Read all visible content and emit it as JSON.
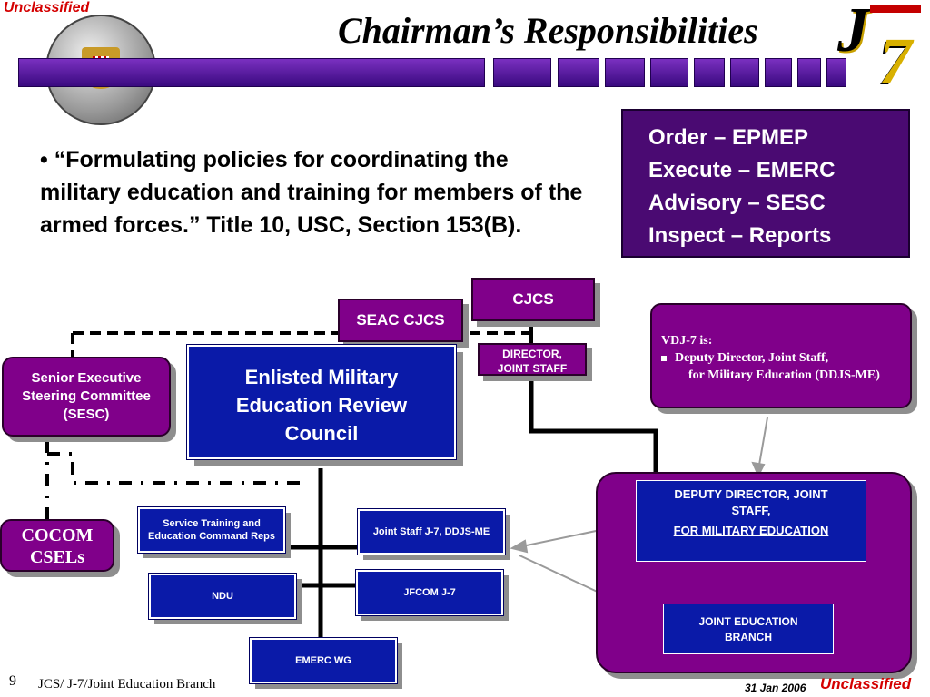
{
  "header": {
    "classification_top": "Unclassified",
    "title": "Chairman’s Responsibilities",
    "logo_letters": {
      "j": "J",
      "seven": "7"
    }
  },
  "bullet": "•  “Formulating policies for coordinating the military education and training for members of the armed forces.”  Title 10, USC, Section 153(B).",
  "responsibilities": [
    "Order – EPMEP",
    "Execute – EMERC",
    "Advisory – SESC",
    "Inspect – Reports"
  ],
  "org": {
    "cjcs": "CJCS",
    "seac": "SEAC CJCS",
    "director": [
      "DIRECTOR,",
      "JOINT STAFF"
    ],
    "sesc": [
      "Senior Executive",
      "Steering  Committee",
      "(SESC)"
    ],
    "emerc": [
      "Enlisted Military",
      "Education Review",
      "Council"
    ],
    "cocom": [
      "COCOM",
      "CSELs"
    ],
    "service_training": [
      "Service Training and",
      "Education Command Reps"
    ],
    "joint_staff_j7": "Joint Staff J-7, DDJS-ME",
    "ndu": "NDU",
    "jfcom": "JFCOM J-7",
    "emerc_wg": "EMERC WG",
    "vdj7": {
      "line1": "VDJ-7 is:",
      "line2": "Deputy Director, Joint Staff,",
      "line3": "for Military Education (DDJS-ME)"
    },
    "deputy_director": {
      "line1": "DEPUTY DIRECTOR, JOINT",
      "line2": "STAFF,",
      "line3": "FOR  MILITARY EDUCATION"
    },
    "joint_education_branch": [
      "JOINT EDUCATION",
      "BRANCH"
    ]
  },
  "footer": {
    "page_number": "9",
    "org": "JCS/ J-7/Joint Education Branch",
    "date": "31 Jan 2006",
    "classification_bottom": "Unclassified"
  },
  "colors": {
    "purple": "#80008a",
    "blue": "#0a1aa8",
    "red": "#d40000",
    "stripe": "#5a1aa0"
  }
}
